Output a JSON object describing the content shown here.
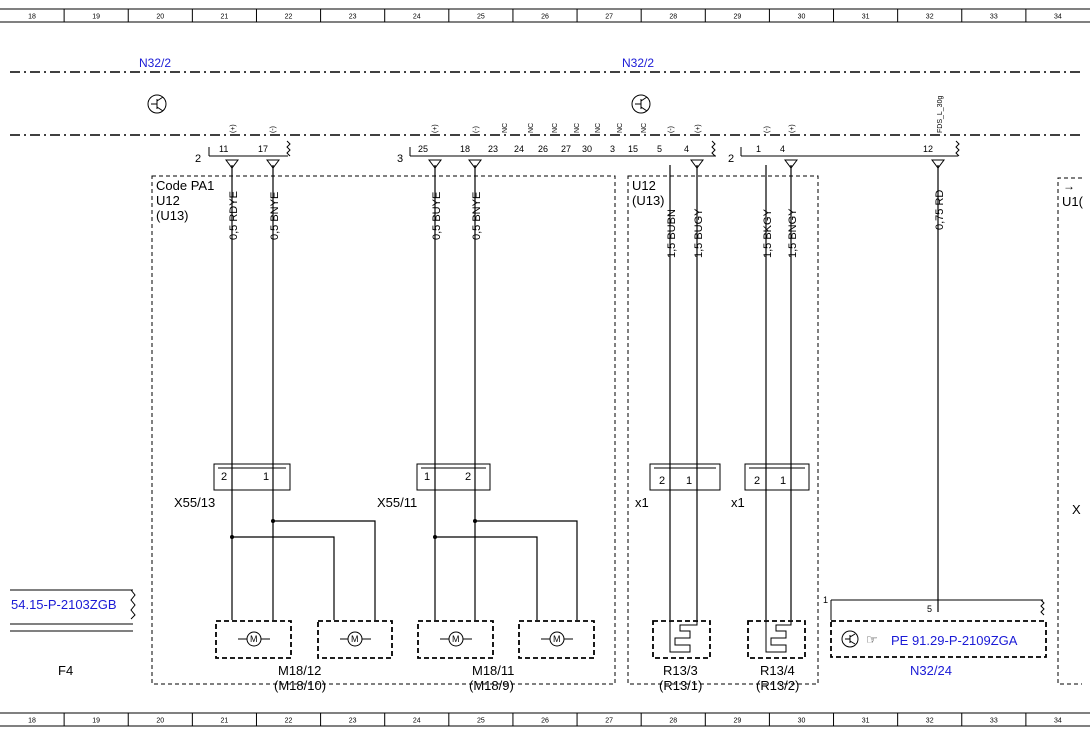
{
  "grid_columns": [
    "18",
    "19",
    "20",
    "21",
    "22",
    "23",
    "24",
    "25",
    "26",
    "27",
    "28",
    "29",
    "30",
    "31",
    "32",
    "33",
    "34"
  ],
  "control_units": {
    "left": "N32/2",
    "right": "N32/2",
    "bottom": "N32/24"
  },
  "blocks": {
    "a": {
      "line1": "Code PA1",
      "line2": "U12",
      "line3": "(U13)"
    },
    "b": {
      "line1": "U12",
      "line2": "(U13)"
    },
    "right_edge": {
      "line1": "U1(",
      "mark": "X"
    }
  },
  "connector_groups": {
    "g1": "2",
    "g2": "3",
    "g3": "2"
  },
  "pins": {
    "p11": "11",
    "p17": "17",
    "p25": "25",
    "p18": "18",
    "p23": "23",
    "p24": "24",
    "p26": "26",
    "p27": "27",
    "p30": "30",
    "p3": "3",
    "p15": "15",
    "p5": "5",
    "p4a": "4",
    "p1": "1",
    "p4b": "4",
    "p12": "12"
  },
  "pin_signs": {
    "plus": "(+)",
    "minus": "(-)",
    "nc": "NC",
    "fds": "FDS_L_30g"
  },
  "wires": {
    "w1": "0,5 RDYE",
    "w2": "0,5 BNYE",
    "w3": "0,5 BUYE",
    "w4": "0,5 BNYE",
    "w5": "1,5 BUBN",
    "w6": "1,5 BUGY",
    "w7": "1,5 BKGY",
    "w8": "1,5 BNGY",
    "w9": "0,75 RD"
  },
  "connectors": {
    "c1": {
      "name": "X55/13",
      "left_pin": "2",
      "right_pin": "1"
    },
    "c2": {
      "name": "X55/11",
      "left_pin": "1",
      "right_pin": "2"
    },
    "c3": {
      "name": "x1",
      "left_pin": "2",
      "right_pin": "1"
    },
    "c4": {
      "name": "x1",
      "left_pin": "2",
      "right_pin": "1"
    }
  },
  "components": {
    "m1": {
      "name": "M18/12",
      "alt": "(M18/10)"
    },
    "m2": {
      "name": "M18/11",
      "alt": "(M18/9)"
    },
    "r1": {
      "name": "R13/3",
      "alt": "(R13/1)"
    },
    "r2": {
      "name": "R13/4",
      "alt": "(R13/2)"
    },
    "motor_symbol": "M"
  },
  "references": {
    "left_ref": "54.15-P-2103ZGB",
    "bottom_ref": "PE 91.29-P-2109ZGA",
    "fuse": "F4",
    "bottom_pin_left": "1",
    "bottom_pin_5": "5"
  },
  "colors": {
    "link": "#1a1ad6",
    "line": "#000000",
    "background": "#ffffff"
  }
}
